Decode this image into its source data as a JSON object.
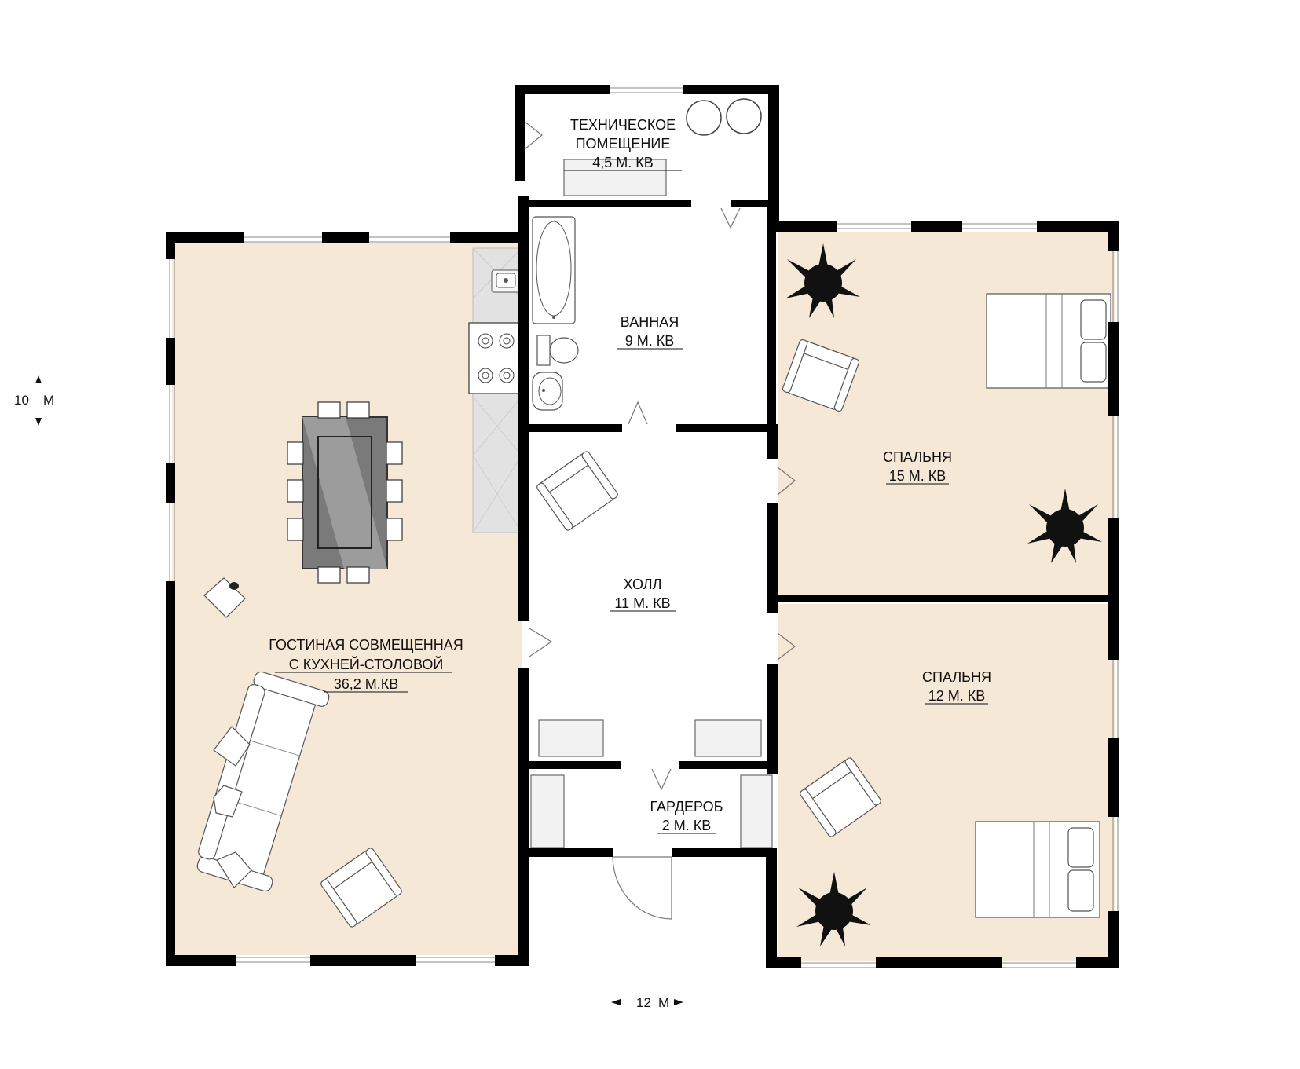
{
  "rooms": {
    "technical": {
      "line1": "ТЕХНИЧЕСКОЕ",
      "line2": "ПОМЕЩЕНИЕ",
      "area": "4,5 М. КВ"
    },
    "bathroom": {
      "name": "ВАННАЯ",
      "area": "9 М. КВ"
    },
    "hall": {
      "name": "ХОЛЛ",
      "area": "11 М. КВ"
    },
    "wardrobe": {
      "name": "ГАРДЕРОБ",
      "area": "2 М. КВ"
    },
    "bedroom1": {
      "name": "СПАЛЬНЯ",
      "area": "15 М. КВ"
    },
    "bedroom2": {
      "name": "СПАЛЬНЯ",
      "area": "12 М. КВ"
    },
    "living": {
      "line1": "ГОСТИНАЯ СОВМЕЩЕННАЯ",
      "line2": "С КУХНЕЙ-СТОЛОВОЙ",
      "area": "36,2 М.КВ"
    }
  },
  "dimensions": {
    "height": {
      "value": "10",
      "unit": "М"
    },
    "width": {
      "value": "12",
      "unit": "М"
    }
  },
  "colors": {
    "floor_warm": "#f5e8d6",
    "wall": "#000000",
    "floor_plain": "#ffffff"
  }
}
